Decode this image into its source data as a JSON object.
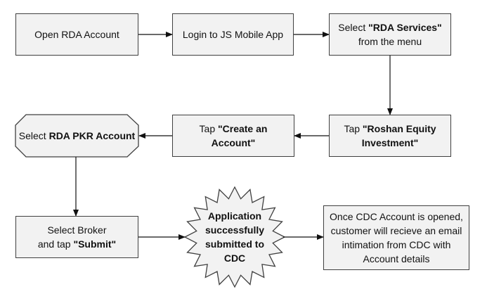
{
  "nodes": {
    "open_account": {
      "text": "Open RDA Account"
    },
    "login": {
      "text": "Login to JS Mobile App"
    },
    "select_services": {
      "pre": "Select ",
      "bold": "\"RDA Services\"",
      "post": "from the menu"
    },
    "tap_roshan": {
      "pre": "Tap ",
      "bold": "\"Roshan Equity Investment\""
    },
    "tap_create": {
      "pre": "Tap ",
      "bold": "\"Create an Account\""
    },
    "select_pkr": {
      "pre": "Select ",
      "bold": "RDA PKR Account"
    },
    "select_broker": {
      "line1": "Select Broker",
      "pre": "and tap ",
      "bold": "\"Submit\""
    },
    "application": {
      "text": "Application successfully submitted to CDC"
    },
    "cdc_email": {
      "text": "Once CDC Account is opened, customer will recieve an email intimation from CDC with Account details"
    }
  },
  "colors": {
    "fill": "#f2f2f2",
    "stroke": "#404040",
    "arrow": "#111111"
  }
}
